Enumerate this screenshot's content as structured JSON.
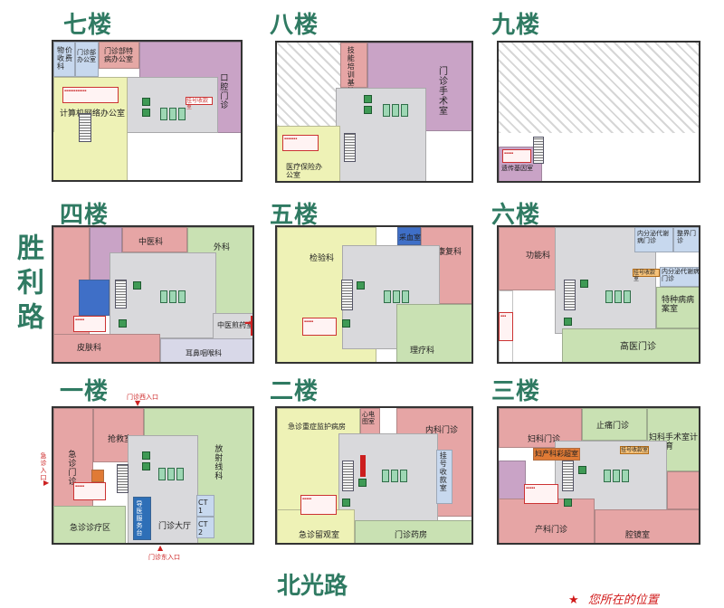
{
  "floors": {
    "f7": {
      "label": "七楼",
      "rooms": {
        "fee": "物价收费科",
        "outpatient_office": "门诊部办公室",
        "special_office": "门诊部特病办公室",
        "dental": "口腔门诊",
        "computer": "计算机网络办公室",
        "registration": "挂号收款室"
      }
    },
    "f8": {
      "label": "八楼",
      "rooms": {
        "training": "技能培训基地",
        "surgery": "门诊手术室",
        "insurance": "医疗保险办公室"
      }
    },
    "f9": {
      "label": "九楼",
      "rooms": {
        "genetics": "遗传基因室"
      }
    },
    "f4": {
      "label": "四楼",
      "rooms": {
        "tcm": "中医科",
        "surgery": "外科",
        "tcm_pharmacy": "中医煎药室",
        "derm": "皮肤科",
        "ent": "耳鼻咽喉科"
      }
    },
    "f5": {
      "label": "五楼",
      "rooms": {
        "blood": "采血室",
        "rehab": "康复科",
        "lab": "检验科",
        "physio": "理疗科"
      }
    },
    "f6": {
      "label": "六楼",
      "rooms": {
        "function": "功能科",
        "endo1": "内分泌代谢病门诊",
        "border": "整界门诊",
        "registration": "挂号收款室",
        "endo2": "内分泌代谢病门诊",
        "special": "特种病病案室",
        "senior": "高医门诊"
      }
    },
    "f1": {
      "label": "一楼",
      "rooms": {
        "rescue": "抢救室",
        "emergency": "急诊门诊",
        "emergency_area": "急诊诊疗区",
        "radiology": "放射线科",
        "hall": "门诊大厅",
        "ct1": "CT 1",
        "ct2": "CT 2",
        "consult": "导医服务台"
      },
      "entrances": {
        "west": "门诊西入口",
        "south": "门诊东入口",
        "emergency": "急诊入口"
      }
    },
    "f2": {
      "label": "二楼",
      "rooms": {
        "icu": "急诊重症监护病房",
        "ecg": "心电图室",
        "internal": "内科门诊",
        "registration": "挂号收款室",
        "observation": "急诊留观室",
        "pharmacy": "门诊药房"
      }
    },
    "f3": {
      "label": "三楼",
      "rooms": {
        "pain": "止痛门诊",
        "gyn_surgery": "妇科手术室计划生育",
        "gyn": "妇科门诊",
        "gyn_ultra": "妇产科彩超室",
        "registration": "挂号收款室",
        "obstetrics": "产科门诊",
        "endoscopy": "腔镜室"
      }
    }
  },
  "roads": {
    "west": "胜利路",
    "south": "北光路"
  },
  "legend": {
    "star": "★",
    "text": "您所在的位置"
  }
}
